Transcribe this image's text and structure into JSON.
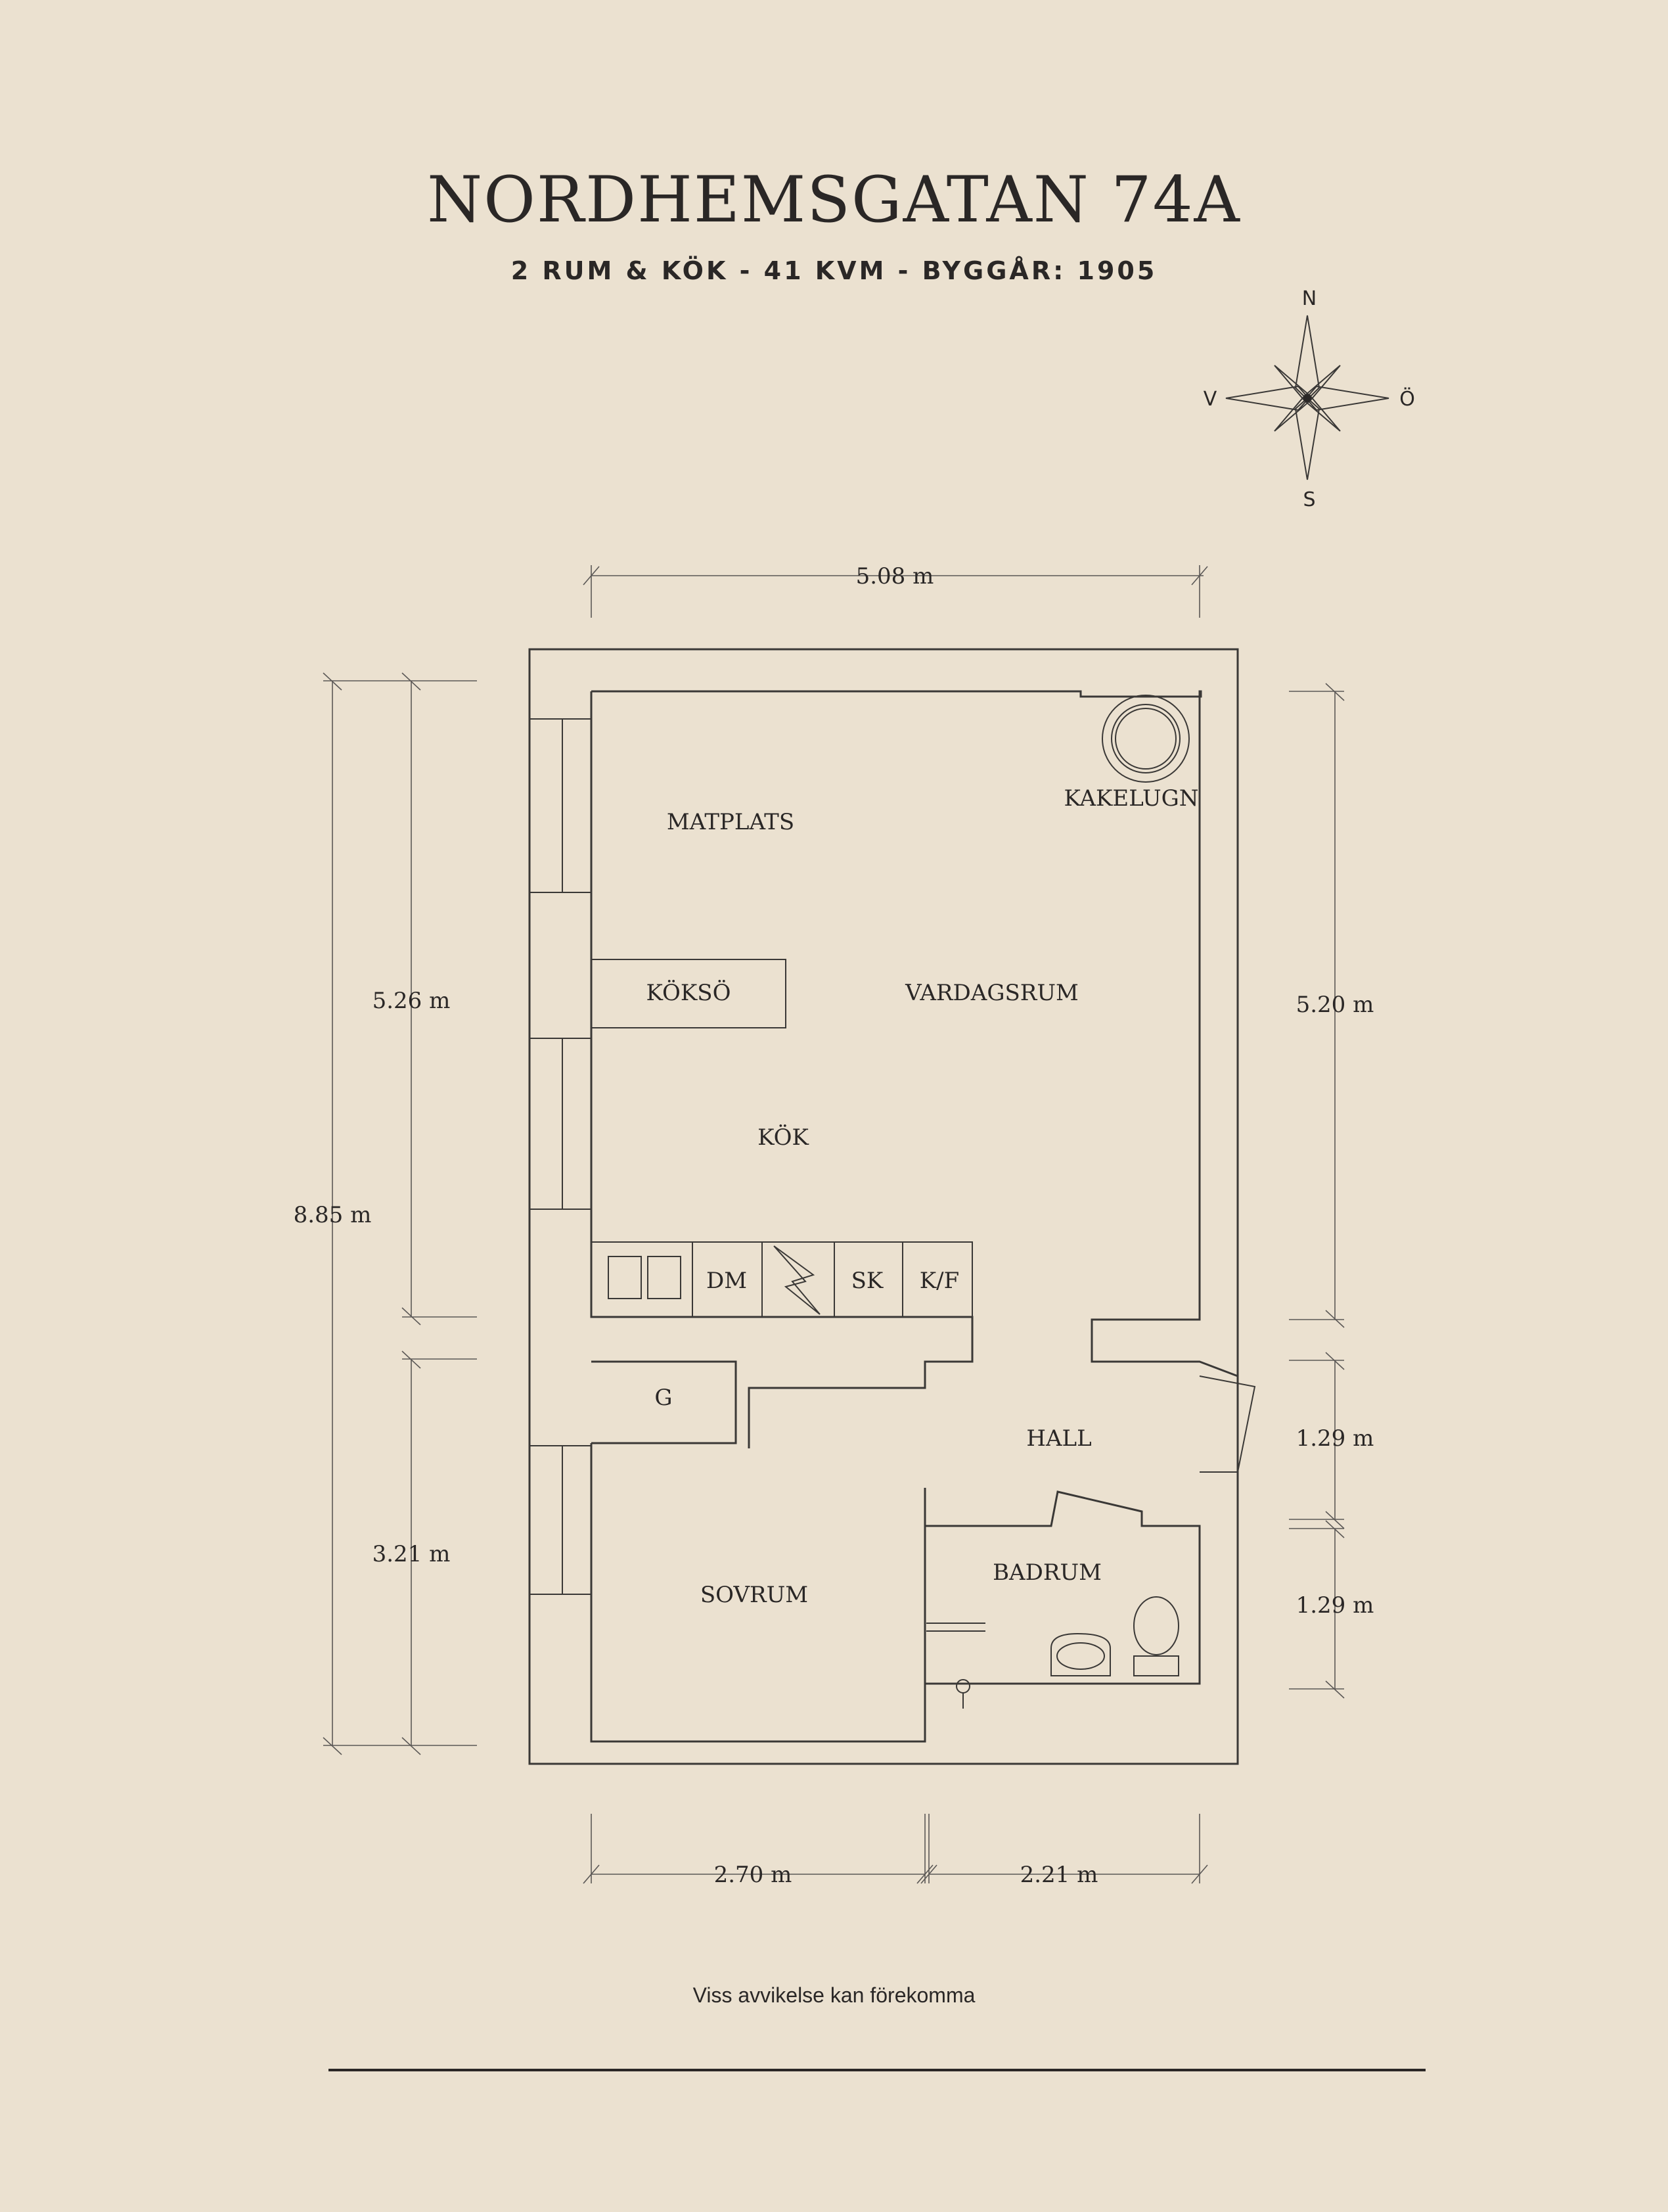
{
  "title": "NORDHEMSGATAN 74A",
  "subtitle": "2 RUM & KÖK  -  41 KVM  -  BYGGÅR: 1905",
  "compass": {
    "north": "N",
    "south": "S",
    "west": "V",
    "east": "Ö"
  },
  "rooms": {
    "matplats": "MATPLATS",
    "kakelugn": "KAKELUGN",
    "koksö": "KÖKSÖ",
    "vardagsrum": "VARDAGSRUM",
    "kok": "KÖK",
    "dm": "DM",
    "sk": "SK",
    "kf": "K/F",
    "g": "G",
    "hall": "HALL",
    "badrum": "BADRUM",
    "sovrum": "SOVRUM"
  },
  "dimensions": {
    "top_width": "5.08 m",
    "left_upper": "5.26 m",
    "left_total": "8.85 m",
    "left_lower": "3.21 m",
    "right_upper": "5.20 m",
    "right_hall": "1.29 m",
    "right_bath": "1.29 m",
    "bottom_left": "2.70 m",
    "bottom_right": "2.21 m"
  },
  "footer": "Viss avvikelse kan förekomma"
}
